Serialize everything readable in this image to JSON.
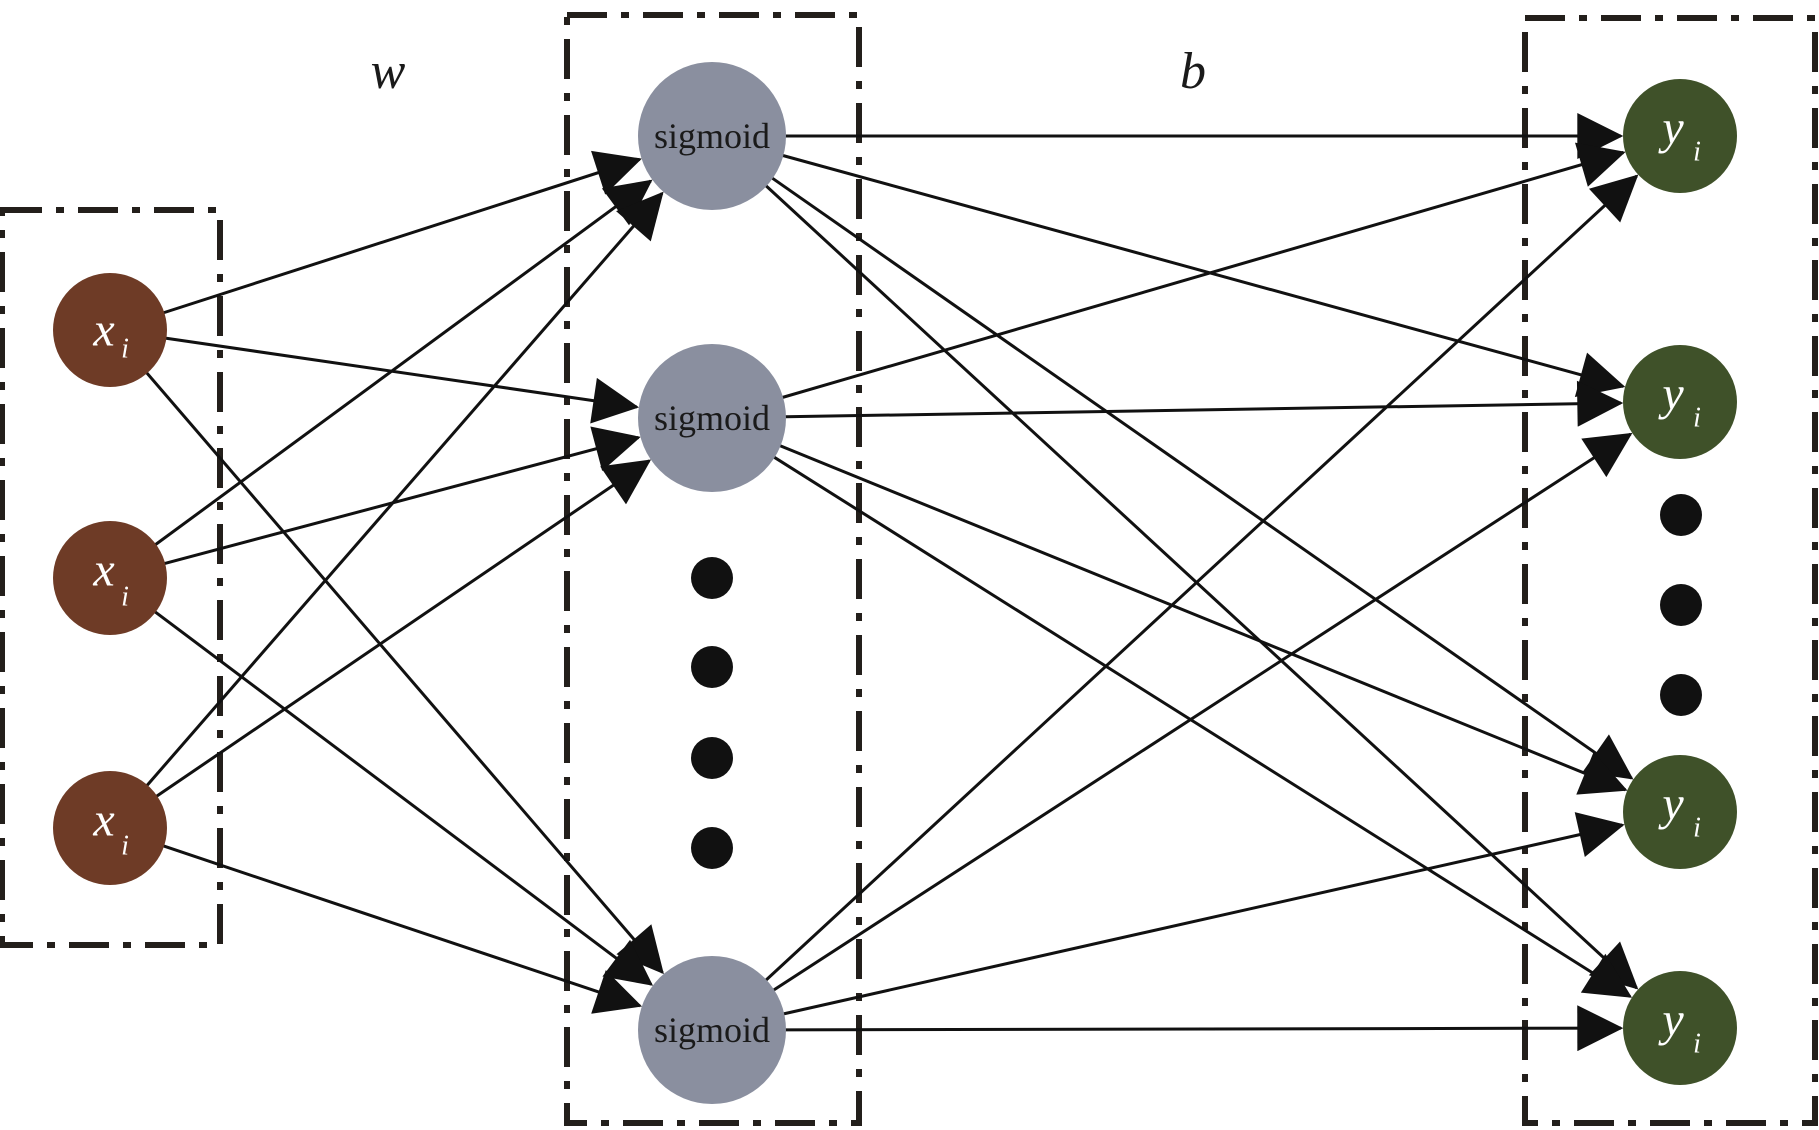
{
  "colors": {
    "input_node": "#6e3b26",
    "hidden_node": "#8a8f9f",
    "output_node": "#3f5129",
    "edge": "#111111",
    "frame": "#231f1b",
    "background": "#ffffff"
  },
  "labels": {
    "weight": "w",
    "bias": "b"
  },
  "input_layer": {
    "nodes": [
      {
        "main": "x",
        "sub": "i"
      },
      {
        "main": "x",
        "sub": "i"
      },
      {
        "main": "x",
        "sub": "i"
      }
    ]
  },
  "hidden_layer": {
    "nodes": [
      {
        "label": "sigmoid"
      },
      {
        "label": "sigmoid"
      },
      {
        "label": "sigmoid"
      }
    ],
    "ellipsis_dot_count": 4
  },
  "output_layer": {
    "nodes": [
      {
        "main": "y",
        "sub": "i"
      },
      {
        "main": "y",
        "sub": "i"
      },
      {
        "main": "y",
        "sub": "i"
      },
      {
        "main": "y",
        "sub": "i"
      }
    ],
    "ellipsis_dot_count": 3
  }
}
